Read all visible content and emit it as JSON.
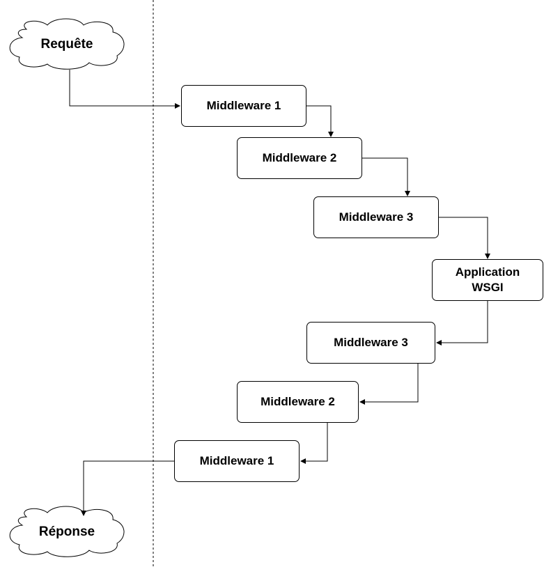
{
  "request_label": "Requête",
  "response_label": "Réponse",
  "forward": [
    {
      "label": "Middleware 1"
    },
    {
      "label": "Middleware 2"
    },
    {
      "label": "Middleware 3"
    }
  ],
  "application": {
    "line1": "Application",
    "line2": "WSGI"
  },
  "backward": [
    {
      "label": "Middleware 3"
    },
    {
      "label": "Middleware 2"
    },
    {
      "label": "Middleware 1"
    }
  ]
}
